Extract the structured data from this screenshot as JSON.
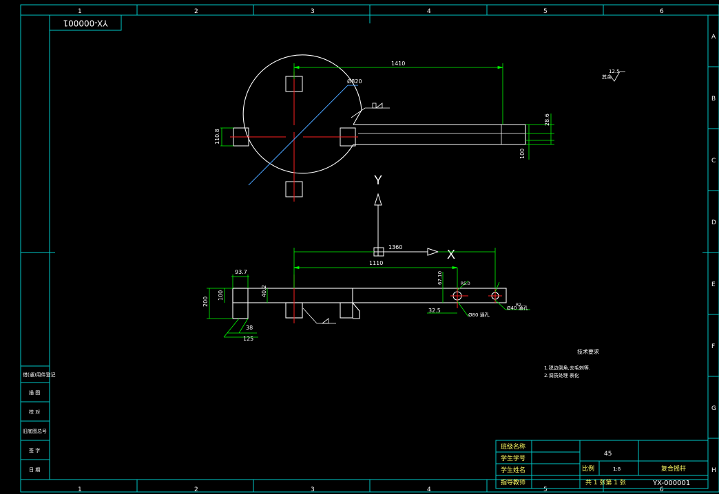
{
  "colors": {
    "background": "#000000",
    "frame": "#00c8c8",
    "geometry": "#ffffff",
    "dimension": "#00ff00",
    "centerline": "#ff2020",
    "hatch_line": "#4aa3ff",
    "title_text": "#ffff66"
  },
  "border": {
    "top_zones": [
      "1",
      "2",
      "3",
      "4",
      "5",
      "6"
    ],
    "bottom_zones": [
      "1",
      "2",
      "3",
      "4",
      "5",
      "6"
    ],
    "side_zones": [
      "A",
      "B",
      "C",
      "D",
      "E",
      "F",
      "G",
      "H"
    ]
  },
  "drawing_code_box": "YX-000001",
  "top_view": {
    "dims": {
      "overall_length": "1410",
      "diameter": "Ø820",
      "arm_width": "100",
      "slot_width": "110.8",
      "small_dim": "28.6"
    }
  },
  "axes": {
    "y_label": "Y",
    "x_label": "X",
    "x_dim": "1360"
  },
  "front_view": {
    "dims": {
      "length": "1110",
      "dim_93_7": "93.7",
      "dim_200": "200",
      "dim_100": "100",
      "dim_40_2": "40.2",
      "dim_38": "38",
      "dim_125": "125",
      "dim_67_10": "67.10",
      "dim_32_5": "32.5",
      "hole_1": "Ø80 通孔",
      "hole_2": "Ø40 通孔",
      "small_1": "R5.0",
      "small_2": "R2"
    }
  },
  "surface_finish": {
    "value": "12.5",
    "label": "其余"
  },
  "notes": {
    "title": "技术要求",
    "lines": [
      "1.锐边倒角,去毛刺等.",
      "2.调质处理 表化"
    ]
  },
  "left_stamp": [
    "借(通)用件登记",
    "描 图",
    "校 对",
    "旧底图总号",
    "签 字",
    "日 期"
  ],
  "title_block": {
    "labels": [
      "班级名称",
      "学生学号",
      "学生姓名",
      "指导教师"
    ],
    "material": "45",
    "scale_label": "比例",
    "scale_value": "1:8",
    "sheets": "共 1 张第 1 张",
    "part_name": "复合摇杆",
    "drawing_no": "YX-000001"
  }
}
